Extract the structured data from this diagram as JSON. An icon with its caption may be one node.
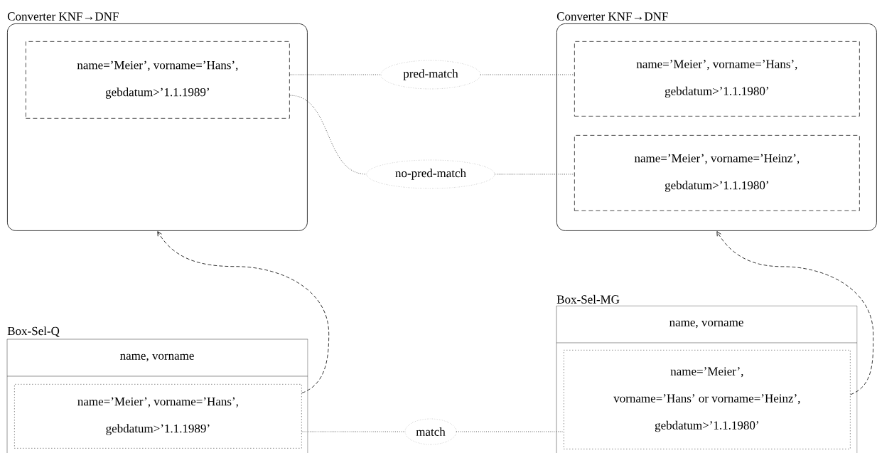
{
  "diagram": {
    "nodes": [
      {
        "text": [
          "Converter KNF→DNF"
        ]
      },
      {
        "text": [
          "name=’Meier’, vorname=’Hans’, gebdatum>’1.1.1989’"
        ],
        "in": 0
      },
      {
        "text": [
          "Converter KNF→DNF"
        ]
      },
      {
        "text": [
          "name=’Meier’, vorname=’Hans’, gebdatum>’1.1.1980’"
        ],
        "in": 2
      },
      {
        "text": [
          "name=’Meier’, vorname=’Heinz’, gebdatum>’1.1.1980’"
        ],
        "in": 2
      },
      {
        "text": [
          "pred-match"
        ]
      },
      {
        "text": [
          "no-pred-match"
        ]
      },
      {
        "text": [
          "match"
        ]
      },
      {
        "text": [
          "Box-Sel-Q",
          "name, vorname"
        ]
      },
      {
        "text": [
          "name=’Meier’, vorname=’Hans’, gebdatum>’1.1.1989’"
        ],
        "in": 8
      },
      {
        "text": [
          "Box-Sel-MG",
          "name, vorname"
        ]
      },
      {
        "text": [
          "name=’Meier’, vorname=’Hans’ or vorname=’Heinz’, gebdatum>’1.1.1980’"
        ],
        "in": 10
      }
    ],
    "edges": [
      {
        "from": 1,
        "to": 5,
        "arrow": "none"
      },
      {
        "from": 5,
        "to": 3,
        "arrow": "none"
      },
      {
        "from": 1,
        "to": 6,
        "arrow": "none"
      },
      {
        "from": 6,
        "to": 4,
        "arrow": "none"
      },
      {
        "from": 9,
        "to": 7,
        "arrow": "none"
      },
      {
        "from": 7,
        "to": 11,
        "arrow": "none"
      },
      {
        "from": 9,
        "to": 0,
        "arrow": "to",
        "style": "dashed"
      },
      {
        "from": 11,
        "to": 2,
        "arrow": "to",
        "style": "dashed"
      }
    ]
  }
}
